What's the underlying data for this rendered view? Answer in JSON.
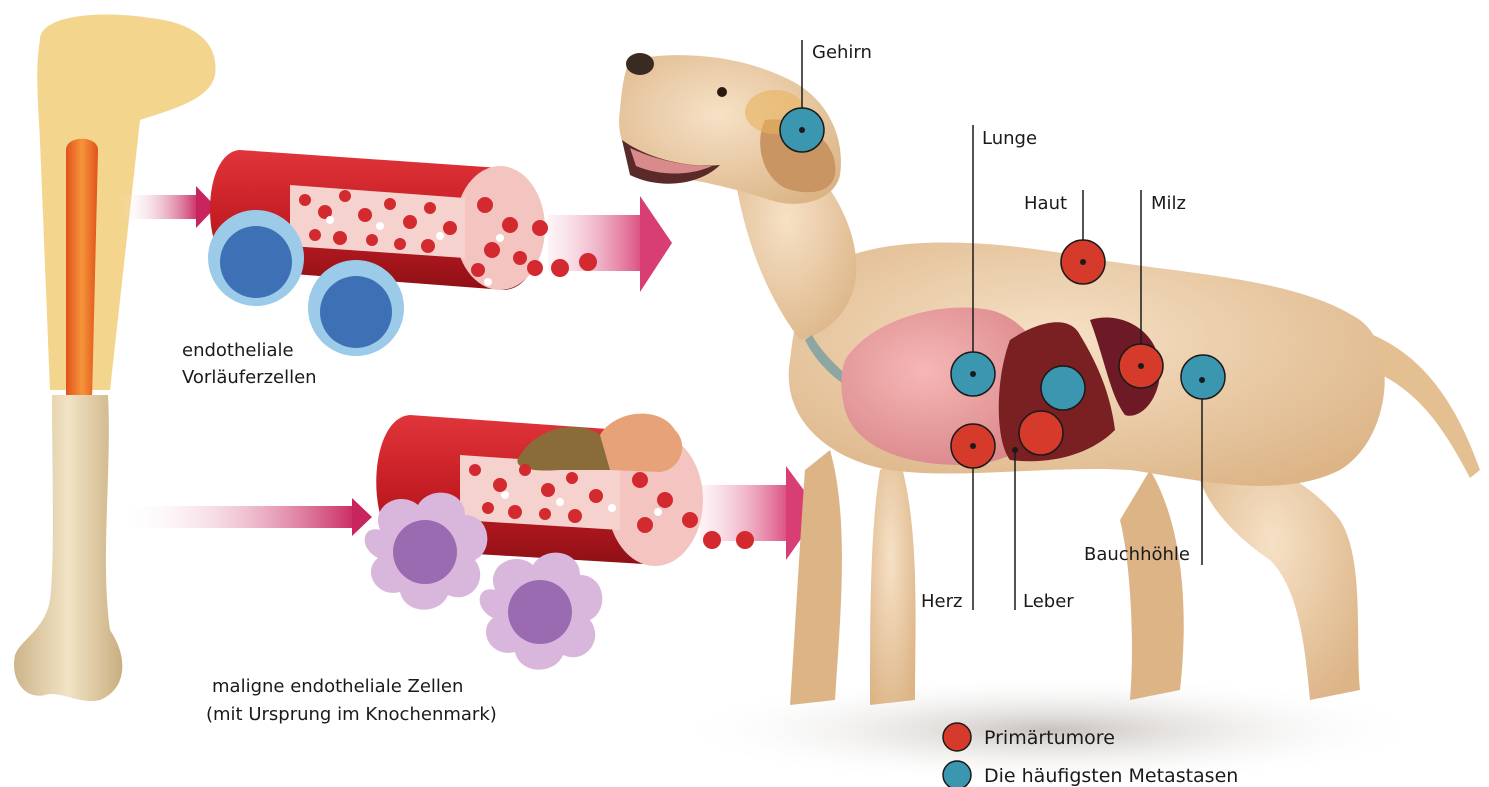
{
  "labels": {
    "gehirn": "Gehirn",
    "lunge": "Lunge",
    "haut": "Haut",
    "milz": "Milz",
    "bauchhoehle": "Bauchhöhle",
    "herz": "Herz",
    "leber": "Leber",
    "endothelial_line1": "endotheliale",
    "endothelial_line2": "Vorläuferzellen",
    "malignant_line1": "maligne endotheliale Zellen",
    "malignant_line2": "(mit Ursprung im Knochenmark)"
  },
  "legend": {
    "primary": {
      "label": "Primärtumore",
      "color": "#d63a2a"
    },
    "metastasis": {
      "label": "Die häufigsten Metastasen",
      "color": "#3b96b0"
    }
  },
  "colors": {
    "primary_dot": "#d63a2a",
    "metastasis_dot": "#3b96b0",
    "arrow": "#c8245e",
    "vessel": "#c51d24",
    "dog_fur": "#e9c49b"
  }
}
